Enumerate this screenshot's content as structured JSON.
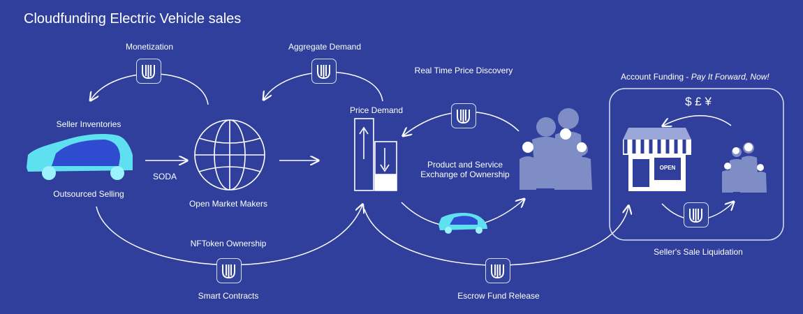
{
  "title": "Cloudfunding Electric Vehicle sales",
  "labels": {
    "monetization": "Monetization",
    "aggregate_demand": "Aggregate Demand",
    "real_time_price": "Real Time Price Discovery",
    "account_funding": "Account Funding  - ",
    "pay_it_forward": "Pay It Forward, Now!",
    "seller_inventories": "Seller Inventories",
    "price_demand": "Price Demand",
    "currency": "$ £ ¥",
    "soda": "SODA",
    "outsourced_selling": "Outsourced Selling",
    "open_market_makers": "Open Market Makers",
    "product_service_1": "Product and Service",
    "product_service_2": "Exchange of Ownership",
    "open_sign": "OPEN",
    "nftoken": "NFToken Ownership",
    "smart_contracts": "Smart Contracts",
    "escrow": "Escrow Fund Release",
    "sellers_sale": "Seller's Sale Liquidation"
  },
  "colors": {
    "background": "#2f3f9b",
    "car": "#5ee0f0",
    "people": "#7f8dc7",
    "lines": "#ffffff"
  }
}
